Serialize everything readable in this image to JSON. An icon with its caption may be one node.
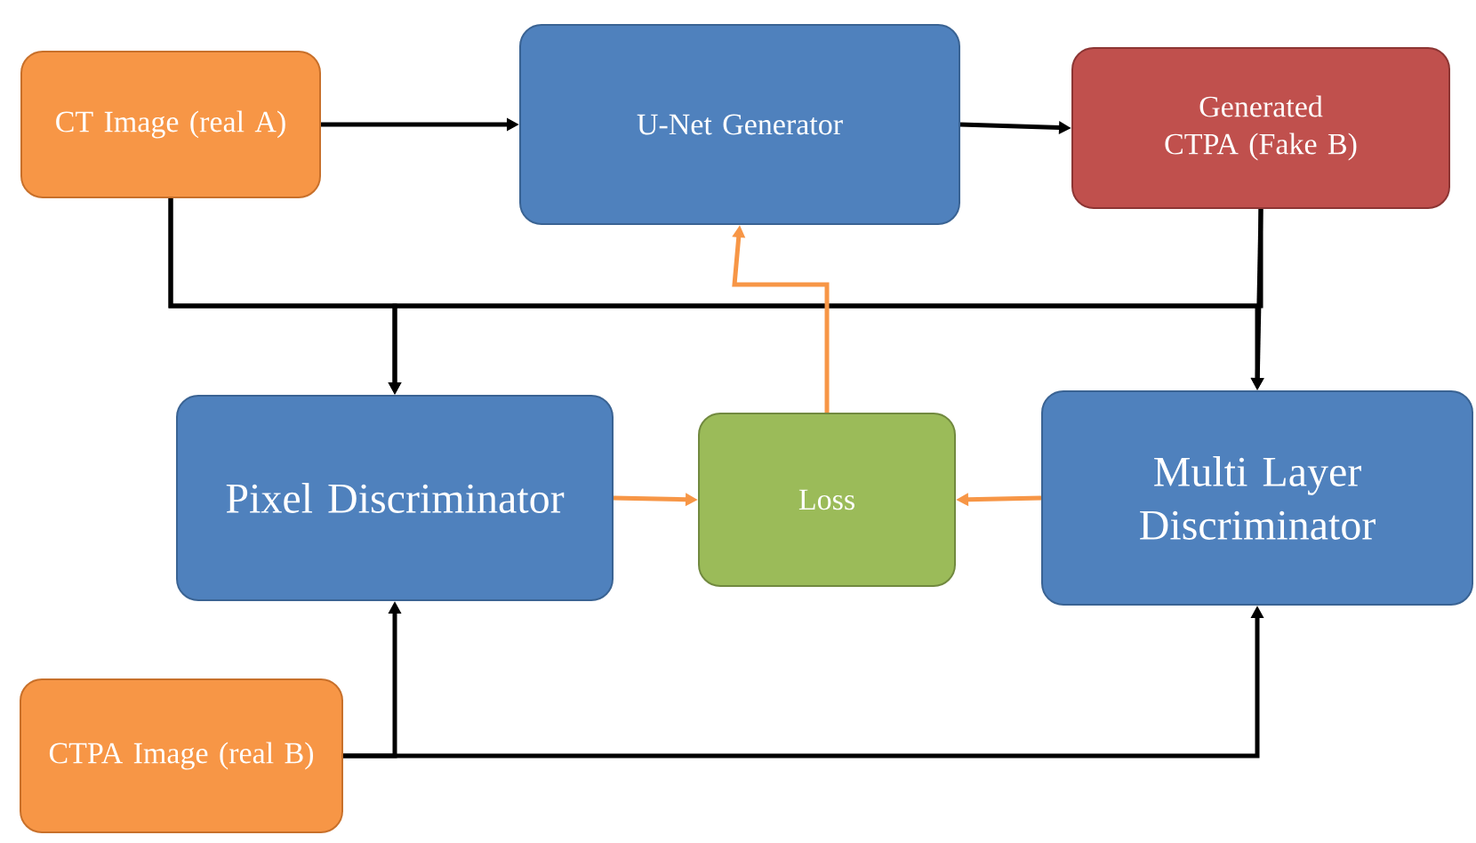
{
  "diagram": {
    "nodes": [
      {
        "text": [
          "CT Image (real A)"
        ]
      },
      {
        "text": [
          "U-Net Generator"
        ]
      },
      {
        "text": [
          "Generated CTPA (Fake B)"
        ]
      },
      {
        "text": [
          "Pixel Discriminator"
        ]
      },
      {
        "text": [
          "Loss"
        ]
      },
      {
        "text": [
          "Multi Layer Discriminator"
        ]
      },
      {
        "text": [
          "CTPA Image (real B)"
        ]
      }
    ],
    "edges": [
      {
        "from": 0,
        "to": 1,
        "arrow": "to"
      },
      {
        "from": 1,
        "to": 2,
        "arrow": "to"
      },
      {
        "from": 0,
        "to": 3,
        "arrow": "to"
      },
      {
        "from": 0,
        "to": 5,
        "arrow": "to"
      },
      {
        "from": 2,
        "to": 3,
        "arrow": "to"
      },
      {
        "from": 2,
        "to": 5,
        "arrow": "to"
      },
      {
        "from": 6,
        "to": 3,
        "arrow": "to"
      },
      {
        "from": 6,
        "to": 5,
        "arrow": "to"
      },
      {
        "from": 3,
        "to": 4,
        "arrow": "to",
        "color": "#f79646"
      },
      {
        "from": 5,
        "to": 4,
        "arrow": "to",
        "color": "#f79646"
      },
      {
        "from": 4,
        "to": 1,
        "arrow": "to",
        "color": "#f79646"
      }
    ]
  }
}
